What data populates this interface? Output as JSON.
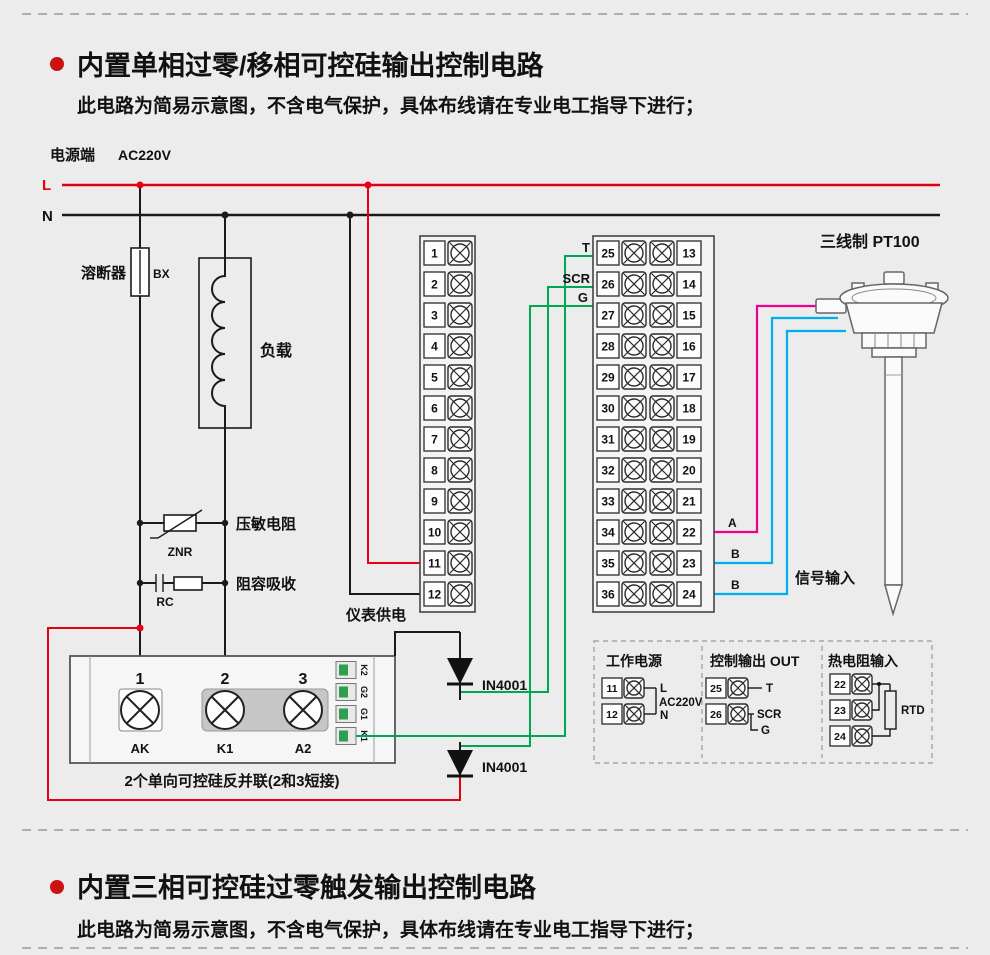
{
  "colors": {
    "background": "#ececec",
    "bullet": "#cc1111",
    "wire_live": "#e60012",
    "wire_neutral": "#1a1a1a",
    "wire_trigger": "#00a651",
    "wire_sensor_a": "#ec008c",
    "wire_sensor_b": "#00aeef"
  },
  "sections": [
    {
      "title": "内置单相过零/移相可控硅输出控制电路",
      "subtitle": "此电路为简易示意图，不含电气保护，具体布线请在专业电工指导下进行；"
    },
    {
      "title": "内置三相可控硅过零触发输出控制电路",
      "subtitle": "此电路为简易示意图，不含电气保护，具体布线请在专业电工指导下进行；"
    }
  ],
  "power": {
    "terminal_label": "电源端",
    "voltage": "AC220V",
    "line_live": "L",
    "line_neutral": "N"
  },
  "components": {
    "fuse_label": "溶断器",
    "fuse_code": "BX",
    "load_label": "负载",
    "varistor_label": "压敏电阻",
    "varistor_code": "ZNR",
    "rc_label": "阻容吸收",
    "rc_code": "RC",
    "diode1": "IN4001",
    "diode2": "IN4001",
    "meter_supply": "仪表供电"
  },
  "scr_module": {
    "terminal_numbers": [
      "1",
      "2",
      "3"
    ],
    "terminal_names": [
      "AK",
      "K1",
      "A2"
    ],
    "pins": [
      "K2",
      "G2",
      "G1",
      "K1"
    ],
    "caption": "2个单向可控硅反并联(2和3短接)"
  },
  "terminal_block": {
    "left": [
      "1",
      "2",
      "3",
      "4",
      "5",
      "6",
      "7",
      "8",
      "9",
      "10",
      "11",
      "12"
    ],
    "middle": [
      "25",
      "26",
      "27",
      "28",
      "29",
      "30",
      "31",
      "32",
      "33",
      "34",
      "35",
      "36"
    ],
    "right": [
      "13",
      "14",
      "15",
      "16",
      "17",
      "18",
      "19",
      "20",
      "21",
      "22",
      "23",
      "24"
    ],
    "output_labels": {
      "t": "T",
      "scr": "SCR",
      "g": "G"
    },
    "sensor_labels": {
      "a": "A",
      "b1": "B",
      "b2": "B"
    }
  },
  "sensor": {
    "title": "三线制 PT100",
    "signal_label": "信号输入"
  },
  "legend": {
    "power": {
      "title": "工作电源",
      "terminals": [
        "11",
        "12"
      ],
      "labels": [
        "L",
        "AC220V",
        "N"
      ]
    },
    "output": {
      "title": "控制输出 OUT",
      "terminals": [
        "25",
        "26"
      ],
      "labels": [
        "T",
        "SCR",
        "G"
      ]
    },
    "rtd": {
      "title": "热电阻输入",
      "terminals": [
        "22",
        "23",
        "24"
      ],
      "label": "RTD"
    }
  }
}
